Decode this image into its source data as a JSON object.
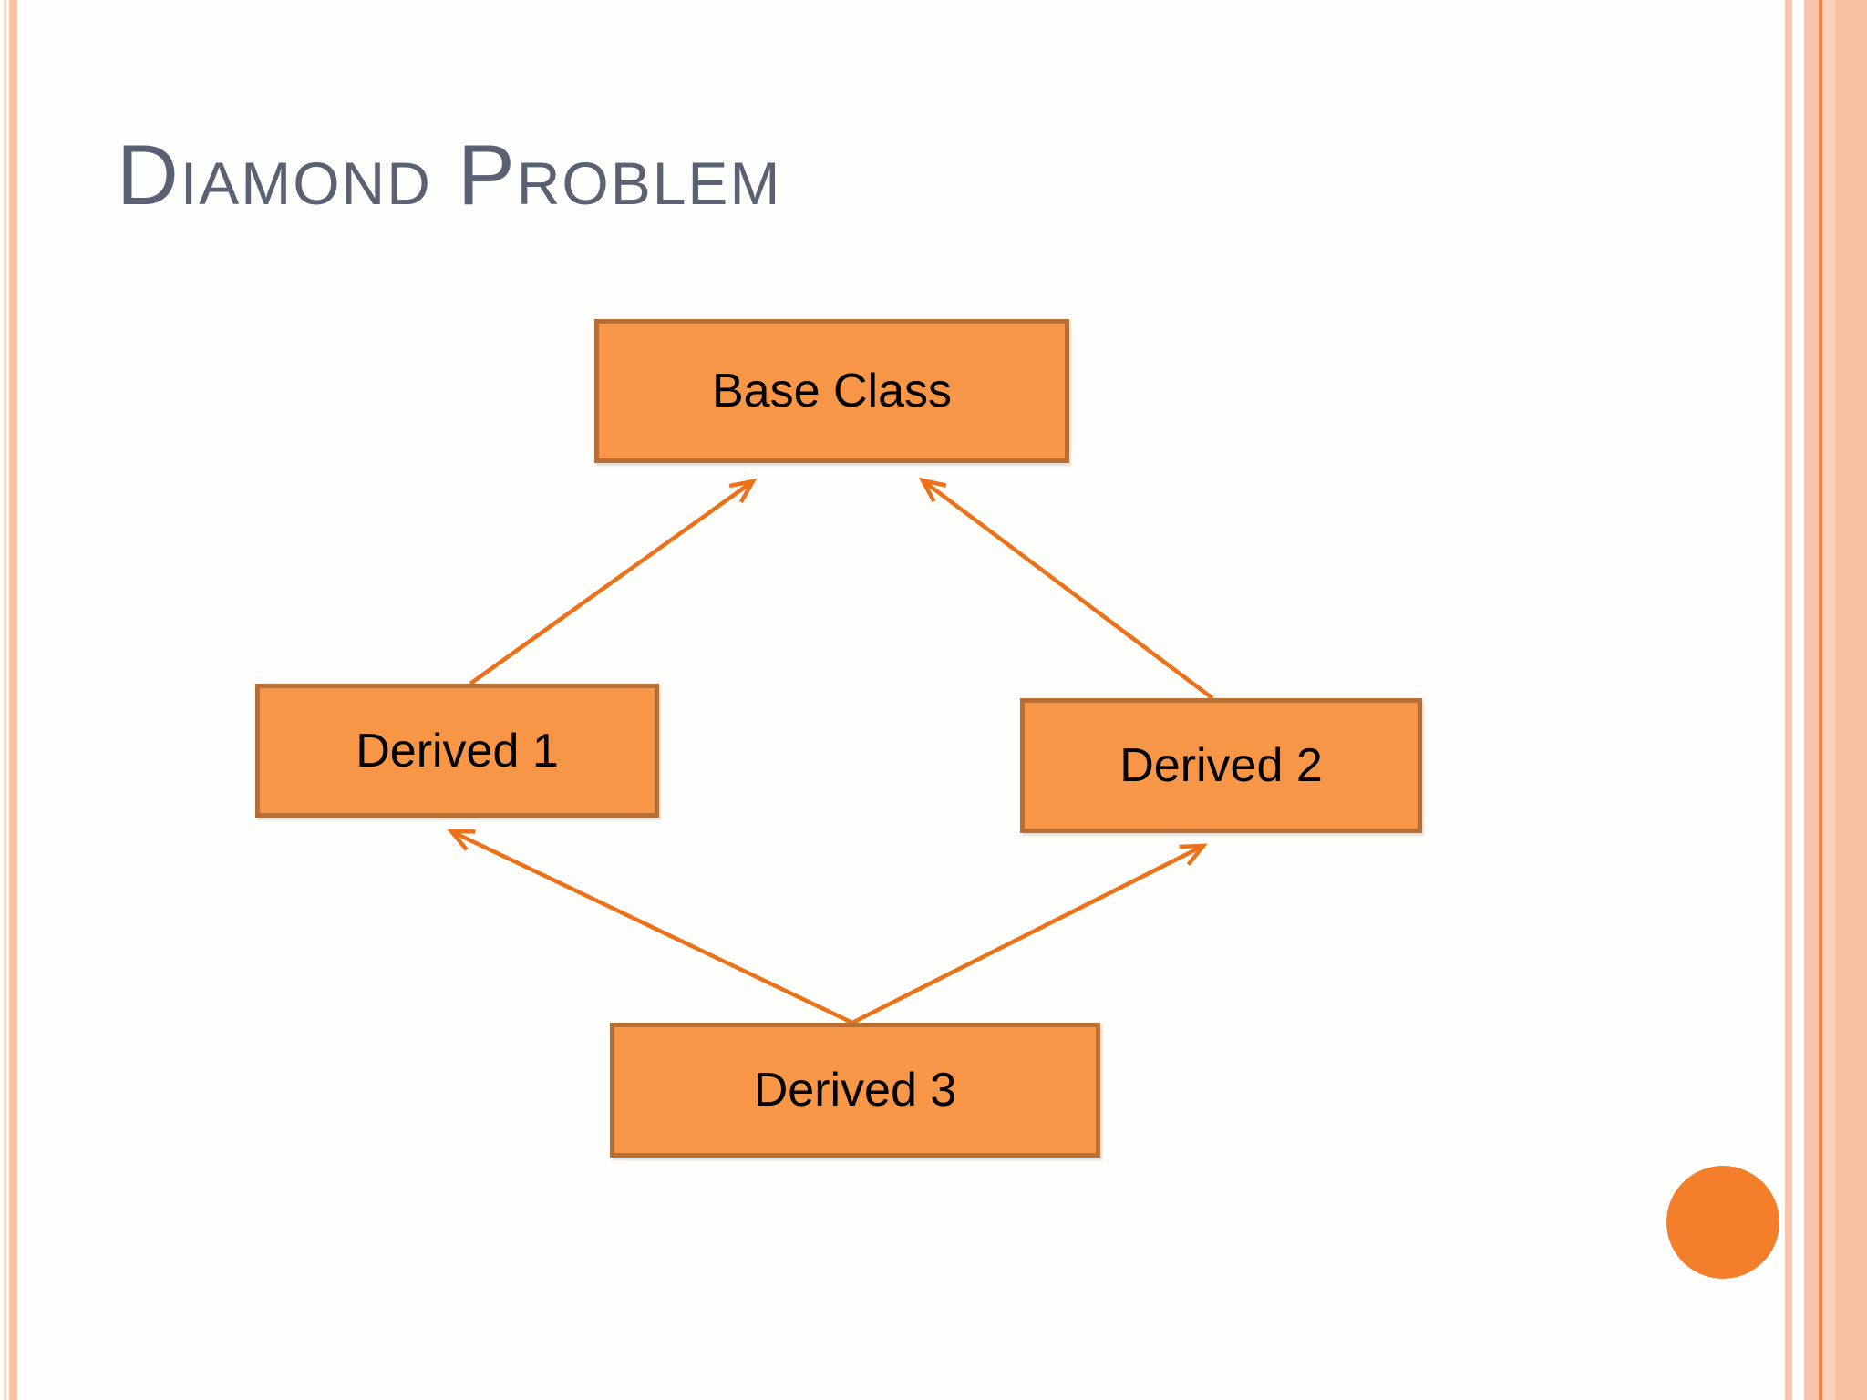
{
  "slide": {
    "title": "Diamond Problem"
  },
  "diagram": {
    "nodes": [
      {
        "id": "base-class",
        "label": "Base Class"
      },
      {
        "id": "derived-1",
        "label": "Derived 1"
      },
      {
        "id": "derived-2",
        "label": "Derived 2"
      },
      {
        "id": "derived-3",
        "label": "Derived 3"
      }
    ],
    "edges": [
      {
        "from": "Derived 1",
        "to": "Base Class"
      },
      {
        "from": "Derived 2",
        "to": "Base Class"
      },
      {
        "from": "Derived 3",
        "to": "Derived 1"
      },
      {
        "from": "Derived 3",
        "to": "Derived 2"
      }
    ]
  },
  "colors": {
    "background": "#FDFEFC",
    "title_text": "#5A6173",
    "node_fill": "#F79646",
    "node_border": "#B96F33",
    "node_text": "#000000",
    "arrow": "#ED7118",
    "accent_circle": "#F57E2B",
    "stripe_pink": "#F8C2A6",
    "stripe_light_pink": "#FAD6C6",
    "stripe_orange_line": "#EF8642"
  }
}
